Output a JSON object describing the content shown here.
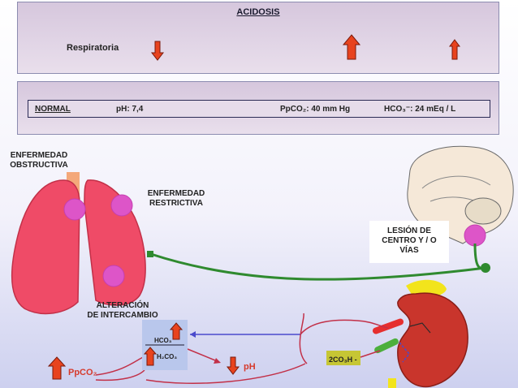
{
  "acidosis": {
    "title": "ACIDOSIS",
    "row_label": "Respiratoria",
    "arrows": [
      "down",
      "up",
      "up"
    ]
  },
  "normal": {
    "label": "NORMAL",
    "ph": "pH: 7,4",
    "ppco2": "PpCO₂: 40 mm Hg",
    "hco3": "HCO₃⁻: 24 mEq / L"
  },
  "diagram": {
    "obstructive": [
      "ENFERMEDAD",
      "OBSTRUCTIVA"
    ],
    "restrictive": [
      "ENFERMEDAD",
      "RESTRICTIVA"
    ],
    "exchange": [
      "ALTERACIÓN",
      "DE INTERCAMBIO"
    ],
    "lesion": [
      "LESIÓN DE",
      "CENTRO Y / O",
      "VÍAS"
    ],
    "ppco2_label": "PpCO₂",
    "ph_label": "pH",
    "hco3_label": "HCO₃",
    "h2co3_label": "H₂CO₃",
    "kidney_label": "2CO₃H -"
  },
  "colors": {
    "arrow_fill": "#e8431e",
    "lung": "#ee4a66",
    "kidney": "#c9352c",
    "adrenal": "#f2e41c",
    "green_path": "#2f8a2f",
    "red_label": "#d63a2c"
  }
}
